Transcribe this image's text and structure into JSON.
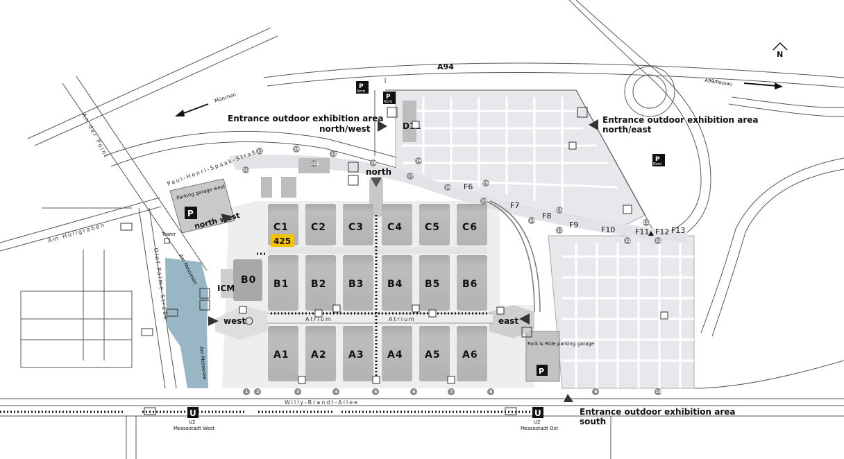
{
  "compass": {
    "label": "N"
  },
  "roads": {
    "a94": "A94",
    "a99": "A99/Passau",
    "muenchen": "München",
    "an_der_point": "An der Point",
    "paul_henri": "Paul-Henri-Spaak-Straße",
    "am_huellgraben": "Am Hüllgraben",
    "olof_palme": "Olof-Palme-Straße",
    "am_messesee_1": "Am Messesee",
    "am_messesee_2": "Am Messesee",
    "willy_brandt": "Willy-Brandt-Allee",
    "atrium_1": "Atrium",
    "atrium_2": "Atrium"
  },
  "halls": {
    "row_c": [
      "C1",
      "C2",
      "C3",
      "C4",
      "C5",
      "C6"
    ],
    "row_b": [
      "B1",
      "B2",
      "B3",
      "B4",
      "B5",
      "B6"
    ],
    "row_a": [
      "A1",
      "A2",
      "A3",
      "A4",
      "A5",
      "A6"
    ],
    "b0": "B0",
    "icm": "ICM",
    "d11": "D11"
  },
  "booth": {
    "label": "425",
    "color": "#f5c400"
  },
  "entrances": {
    "north": "north",
    "west": "west",
    "east": "east",
    "north_west": "north west"
  },
  "outdoor_areas": {
    "nw_line1": "Entrance outdoor exhibition area",
    "nw_line2": "north/west",
    "ne_line1": "Entrance outdoor exhibition area",
    "ne_line2": "north/east",
    "s_line1": "Entrance outdoor exhibition area",
    "s_line2": "south"
  },
  "parking": {
    "garage_west": "Parking garage west",
    "park_ride": "Park & Ride parking garage",
    "p_label": "P",
    "nord": "Nord",
    "tower": "Tower"
  },
  "subway": {
    "u_label": "U",
    "west_line": "U2",
    "west_name": "Messestadt West",
    "east_line": "U2",
    "east_name": "Messestadt Ost"
  },
  "f_gates": [
    "F6",
    "F7",
    "F8",
    "F9",
    "F10",
    "F11",
    "F12",
    "F13"
  ],
  "gate_numbers": [
    "1",
    "2",
    "3",
    "4",
    "5",
    "6",
    "7",
    "8",
    "9",
    "10",
    "11",
    "12",
    "13",
    "13a",
    "14",
    "15",
    "16",
    "17",
    "18",
    "19",
    "20",
    "21",
    "22",
    "11a",
    "15a",
    "21a",
    "22a"
  ],
  "colors": {
    "lake": "#98b6c4",
    "hall": "#b7b7b7",
    "grounds": "#e8e9ec",
    "booth": "#f5c400"
  }
}
